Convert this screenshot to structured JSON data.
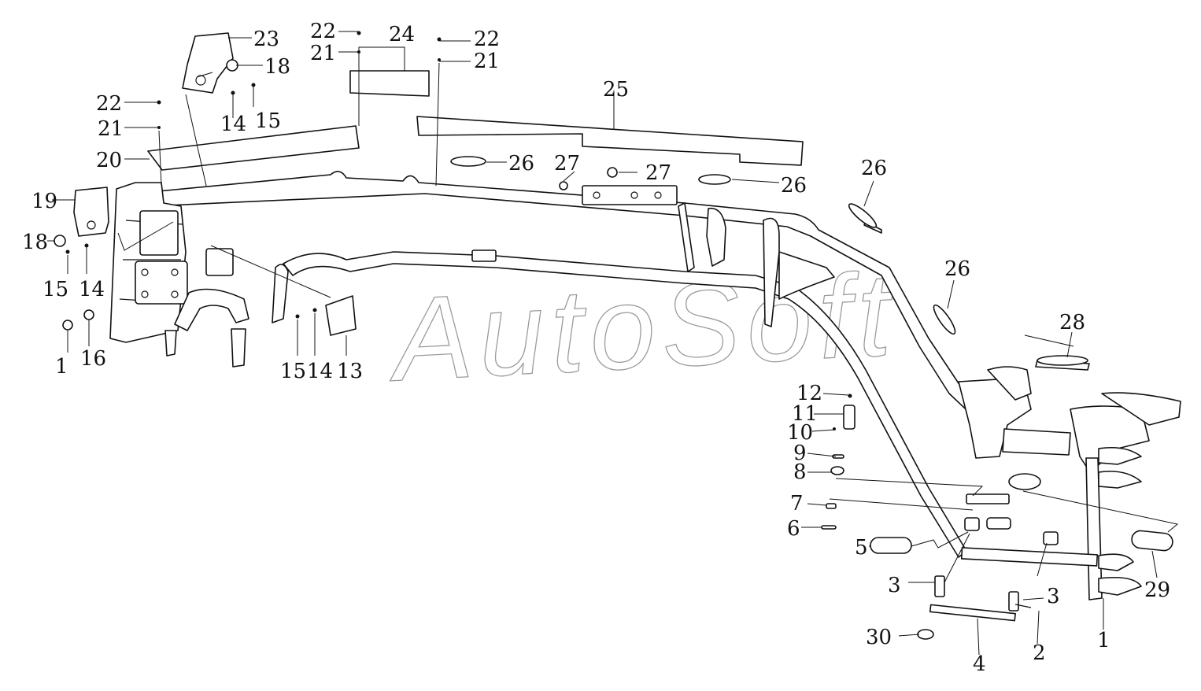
{
  "watermark": "AutoSoft",
  "callouts": [
    {
      "id": "c23",
      "label": "23"
    },
    {
      "id": "c18a",
      "label": "18"
    },
    {
      "id": "c14a",
      "label": "14"
    },
    {
      "id": "c15a",
      "label": "15"
    },
    {
      "id": "c22a",
      "label": "22"
    },
    {
      "id": "c21a",
      "label": "21"
    },
    {
      "id": "c20",
      "label": "20"
    },
    {
      "id": "c19",
      "label": "19"
    },
    {
      "id": "c18b",
      "label": "18"
    },
    {
      "id": "c15b",
      "label": "15"
    },
    {
      "id": "c14b",
      "label": "14"
    },
    {
      "id": "c1a",
      "label": "1"
    },
    {
      "id": "c16",
      "label": "16"
    },
    {
      "id": "c22b",
      "label": "22"
    },
    {
      "id": "c21b",
      "label": "21"
    },
    {
      "id": "c24",
      "label": "24"
    },
    {
      "id": "c22c",
      "label": "22"
    },
    {
      "id": "c21c",
      "label": "21"
    },
    {
      "id": "c25",
      "label": "25"
    },
    {
      "id": "c26a",
      "label": "26"
    },
    {
      "id": "c27a",
      "label": "27"
    },
    {
      "id": "c27b",
      "label": "27"
    },
    {
      "id": "c26b",
      "label": "26"
    },
    {
      "id": "c26c",
      "label": "26"
    },
    {
      "id": "c26d",
      "label": "26"
    },
    {
      "id": "c28",
      "label": "28"
    },
    {
      "id": "c15c",
      "label": "15"
    },
    {
      "id": "c14c",
      "label": "14"
    },
    {
      "id": "c13",
      "label": "13"
    },
    {
      "id": "c12",
      "label": "12"
    },
    {
      "id": "c11",
      "label": "11"
    },
    {
      "id": "c10",
      "label": "10"
    },
    {
      "id": "c9",
      "label": "9"
    },
    {
      "id": "c8",
      "label": "8"
    },
    {
      "id": "c7",
      "label": "7"
    },
    {
      "id": "c6",
      "label": "6"
    },
    {
      "id": "c5",
      "label": "5"
    },
    {
      "id": "c3a",
      "label": "3"
    },
    {
      "id": "c3b",
      "label": "3"
    },
    {
      "id": "c30",
      "label": "30"
    },
    {
      "id": "c4",
      "label": "4"
    },
    {
      "id": "c2",
      "label": "2"
    },
    {
      "id": "c1b",
      "label": "1"
    },
    {
      "id": "c29",
      "label": "29"
    }
  ]
}
